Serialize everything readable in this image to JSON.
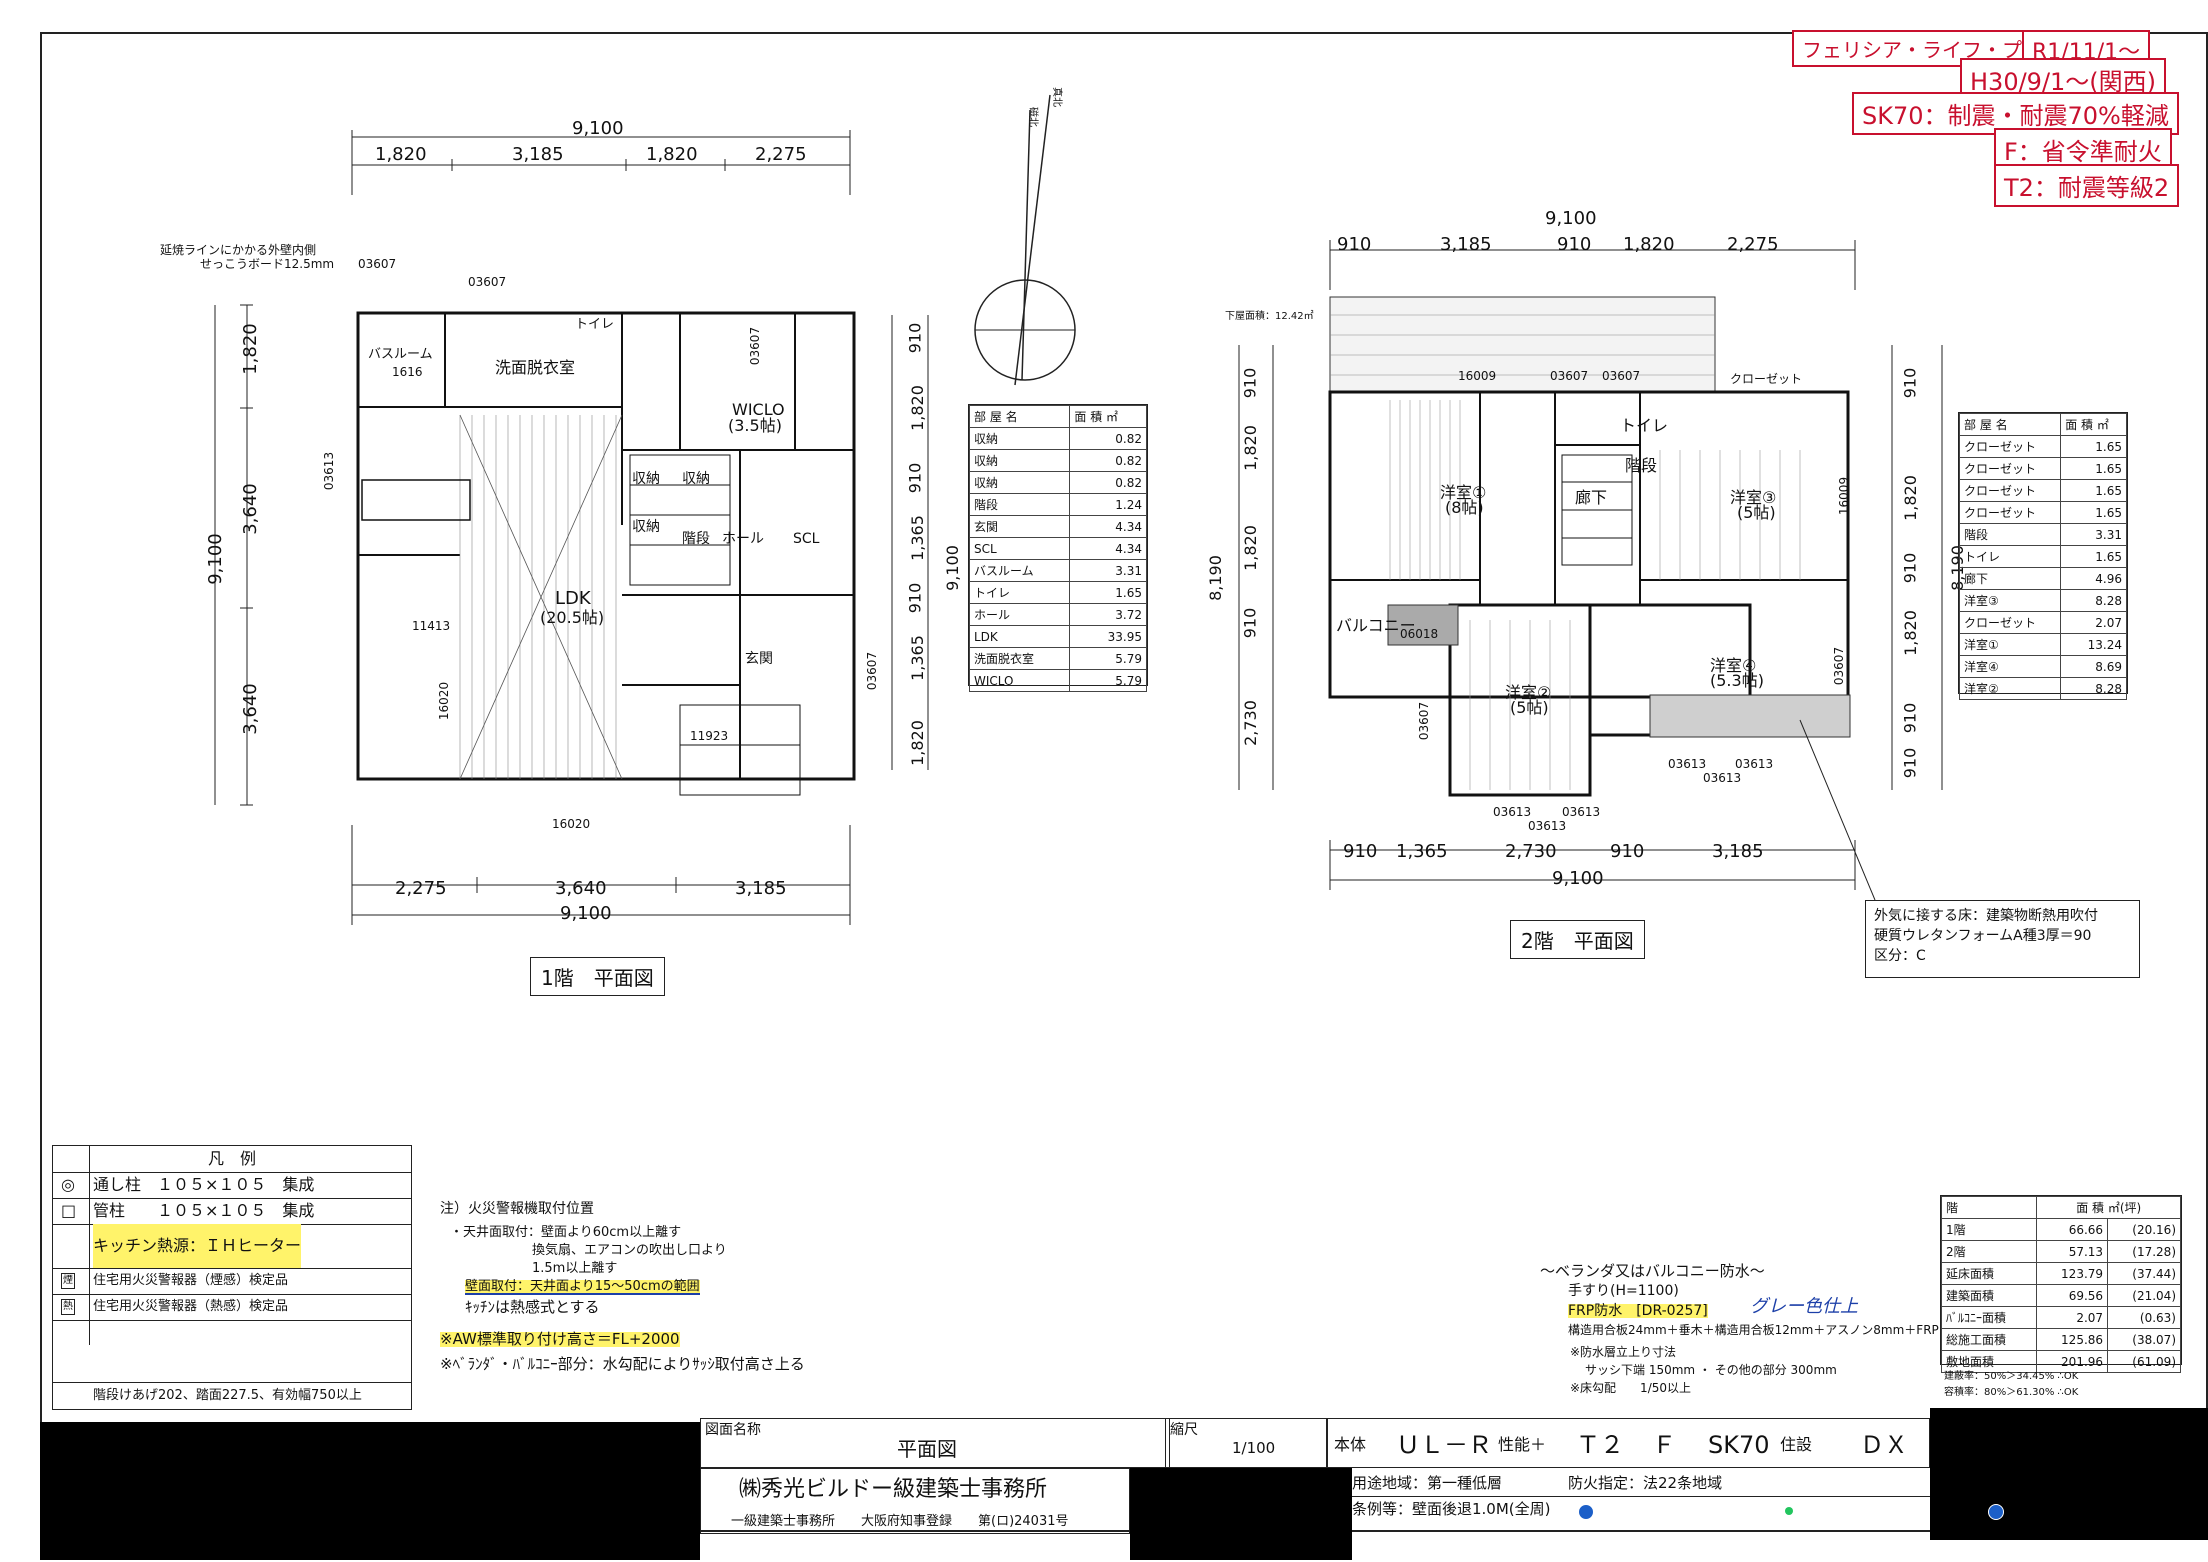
{
  "header_badges": [
    {
      "text": "フェリシア・ライフ・プロジェクト"
    },
    {
      "text": "R1/11/1～"
    },
    {
      "text": "H30/9/1～(関西)"
    },
    {
      "text": "SK70：制震・耐震70%軽減"
    },
    {
      "text": "F：省令準耐火"
    },
    {
      "text": "T2：耐震等級2"
    }
  ],
  "plan1": {
    "title": "1階　平面図",
    "dim_top_total": "9,100",
    "dim_top": [
      "1,820",
      "3,185",
      "1,820",
      "2,275"
    ],
    "dim_bottom": [
      "2,275",
      "3,640",
      "3,185"
    ],
    "dim_bottom_total": "9,100",
    "dim_left": [
      "1,820",
      "3,640",
      "3,640"
    ],
    "dim_left_total": "9,100",
    "dim_right": [
      "910",
      "1,820",
      "910",
      "1,365",
      "910",
      "1,365",
      "1,820"
    ],
    "dim_right_total": "9,100",
    "note": [
      "延焼ラインにかかる外壁内側",
      "せっこうボード12.5mm"
    ],
    "rooms": [
      {
        "name": "バスルーム",
        "sub": "1616"
      },
      {
        "name": "洗面脱衣室",
        "sub": ""
      },
      {
        "name": "トイレ",
        "sub": ""
      },
      {
        "name": "WICLO",
        "sub": "(3.5帖)"
      },
      {
        "name": "LDK",
        "sub": "(20.5帖)"
      },
      {
        "name": "収納",
        "sub": ""
      },
      {
        "name": "収納",
        "sub": ""
      },
      {
        "name": "収納",
        "sub": ""
      },
      {
        "name": "階段",
        "sub": ""
      },
      {
        "name": "ホール",
        "sub": ""
      },
      {
        "name": "SCL",
        "sub": ""
      },
      {
        "name": "玄関",
        "sub": ""
      }
    ],
    "codes": [
      "03607",
      "03607",
      "03607",
      "03613",
      "11413",
      "16020",
      "16020",
      "11923",
      "03607"
    ]
  },
  "plan2": {
    "title": "2階　平面図",
    "dim_top_total": "9,100",
    "dim_top": [
      "910",
      "3,185",
      "910",
      "1,820",
      "2,275"
    ],
    "dim_bottom": [
      "910",
      "1,365",
      "2,730",
      "910",
      "3,185"
    ],
    "dim_bottom_total": "9,100",
    "dim_left": [
      "910",
      "1,820",
      "1,820",
      "910",
      "2,730"
    ],
    "dim_left_total": "8,190",
    "dim_right": [
      "910",
      "1,820",
      "910",
      "1,820",
      "910",
      "910"
    ],
    "dim_right_total": "8,190",
    "roof_note": "下屋面積：12.42㎡",
    "rooms": [
      {
        "name": "洋室①",
        "sub": "(8帖)"
      },
      {
        "name": "廊下",
        "sub": ""
      },
      {
        "name": "トイレ",
        "sub": ""
      },
      {
        "name": "階段",
        "sub": ""
      },
      {
        "name": "洋室③",
        "sub": "(5帖)"
      },
      {
        "name": "洋室②",
        "sub": "(5帖)"
      },
      {
        "name": "洋室④",
        "sub": "(5.3帖)"
      },
      {
        "name": "バルコニー",
        "sub": ""
      },
      {
        "name": "クローゼット",
        "sub": ""
      }
    ],
    "codes": [
      "16009",
      "03607",
      "03607",
      "16009",
      "06018",
      "03607",
      "03607",
      "03613",
      "03613",
      "03613",
      "03613",
      "03613",
      "03613"
    ],
    "note_box": [
      "外気に接する床：建築物断熱用吹付",
      "硬質ウレタンフォームA種3厚＝90",
      "区分：C"
    ]
  },
  "area_table_1f": {
    "headers": [
      "部 屋 名",
      "面 積 ㎡"
    ],
    "rows": [
      [
        "収納",
        "0.82"
      ],
      [
        "収納",
        "0.82"
      ],
      [
        "収納",
        "0.82"
      ],
      [
        "階段",
        "1.24"
      ],
      [
        "玄関",
        "4.34"
      ],
      [
        "SCL",
        "4.34"
      ],
      [
        "バスルーム",
        "3.31"
      ],
      [
        "トイレ",
        "1.65"
      ],
      [
        "ホール",
        "3.72"
      ],
      [
        "LDK",
        "33.95"
      ],
      [
        "洗面脱衣室",
        "5.79"
      ],
      [
        "WICLO",
        "5.79"
      ]
    ]
  },
  "area_table_2f": {
    "headers": [
      "部 屋 名",
      "面 積 ㎡"
    ],
    "rows": [
      [
        "クローゼット",
        "1.65"
      ],
      [
        "クローゼット",
        "1.65"
      ],
      [
        "クローゼット",
        "1.65"
      ],
      [
        "クローゼット",
        "1.65"
      ],
      [
        "階段",
        "3.31"
      ],
      [
        "トイレ",
        "1.65"
      ],
      [
        "廊下",
        "4.96"
      ],
      [
        "洋室③",
        "8.28"
      ],
      [
        "クローゼット",
        "2.07"
      ],
      [
        "洋室①",
        "13.24"
      ],
      [
        "洋室④",
        "8.69"
      ],
      [
        "洋室②",
        "8.28"
      ]
    ]
  },
  "legend": {
    "title": "凡　例",
    "rows": [
      {
        "symbol": "◎",
        "text": "通し柱　１０５×１０５　集成"
      },
      {
        "symbol": "□",
        "text": "管柱　　１０５×１０５　集成"
      },
      {
        "symbol": "",
        "text": "キッチン熱源：ＩＨヒーター"
      },
      {
        "symbol": "煙",
        "text": "住宅用火災警報器（煙感）検定品"
      },
      {
        "symbol": "熱",
        "text": "住宅用火災警報器（熱感）検定品"
      },
      {
        "symbol": "",
        "text": ""
      },
      {
        "symbol": "",
        "text": "階段けあげ202、踏面227.5、有効幅750以上"
      }
    ]
  },
  "notes": {
    "heading": "注）火災警報機取付位置",
    "lines": [
      "・天井面取付：壁面より60cm以上離す",
      "換気扇、エアコンの吹出し口より",
      "1.5m以上離す",
      "壁面取付：天井面より15～50cmの範囲",
      "ｷｯﾁﾝは熱感式とする",
      "※AW標準取り付け高さ＝FL+2000",
      "※ﾍﾞﾗﾝﾀﾞ・ﾊﾞﾙｺﾆｰ部分：水勾配によりｻｯｼ取付高さ上る"
    ]
  },
  "balcony": {
    "heading": "～ベランダ又はバルコニー防水～",
    "lines": [
      "手すり(H=1100)",
      "FRP防水　[DR-0257]",
      "構造用合板24mm＋垂木＋構造用合板12mm＋アスノン8mm＋FRP",
      "※防水層立上り寸法",
      "サッシ下端 150mm ・ その他の部分 300mm",
      "※床勾配　　1/50以上"
    ],
    "handwritten": "グレー色仕上"
  },
  "summary_table": {
    "headers": [
      "階",
      "面 積 ㎡(坪)"
    ],
    "rows": [
      [
        "1階",
        "66.66",
        "(20.16)"
      ],
      [
        "2階",
        "57.13",
        "(17.28)"
      ],
      [
        "延床面積",
        "123.79",
        "(37.44)"
      ],
      [
        "建築面積",
        "69.56",
        "(21.04)"
      ],
      [
        "ﾊﾞﾙｺﾆｰ面積",
        "2.07",
        "(0.63)"
      ],
      [
        "総施工面積",
        "125.86",
        "(38.07)"
      ],
      [
        "敷地面積",
        "201.96",
        "(61.09)"
      ]
    ],
    "foot": [
      "建蔽率：50%＞34.45% ∴OK",
      "容積率：80%＞61.30% ∴OK"
    ]
  },
  "title_block": {
    "drawing_name_label": "図面名称",
    "drawing_name": "平面図",
    "scale_label": "縮尺",
    "scale": "1/100",
    "body_label": "本体",
    "body": "ＵＬ－Ｒ",
    "perf_label": "性能＋",
    "perf": "Ｔ２",
    "f": "Ｆ",
    "sk": "SK70",
    "equip_label": "住設",
    "equip": "ＤＸ",
    "office": "㈱秀光ビルドー級建築士事務所",
    "office_reg": "一級建築士事務所　　大阪府知事登録　　第(ロ)24031号",
    "zone": "用途地域：第一種低層",
    "fire": "防火指定：法22条地域",
    "ordinance": "条例等：壁面後退1.0M(全周)"
  },
  "north": [
    "真北",
    "磁北"
  ],
  "colors": {
    "red": "#c8102e",
    "highlight": "#fff36a",
    "blue_pen": "#1c3fa8"
  }
}
